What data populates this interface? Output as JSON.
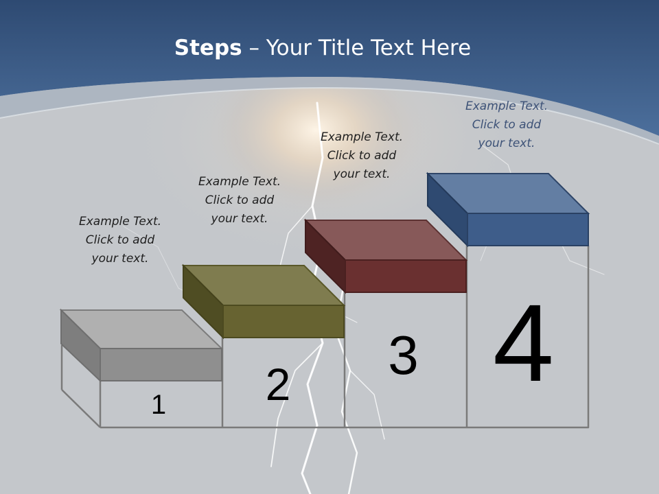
{
  "title": {
    "bold_part": "Steps",
    "rest": " – Your Title Text Here"
  },
  "steps": [
    {
      "number": "1",
      "caption": [
        "Example Text.",
        "Click  to add",
        "your text."
      ],
      "color": "#8f8f8f"
    },
    {
      "number": "2",
      "caption": [
        "Example Text.",
        "Click  to add",
        "your text."
      ],
      "color": "#676331"
    },
    {
      "number": "3",
      "caption": [
        "Example Text.",
        "Click  to add",
        "your text."
      ],
      "color": "#6a3030"
    },
    {
      "number": "4",
      "caption": [
        "Example Text.",
        "Click  to add",
        "your text."
      ],
      "color": "#3e5d8a"
    }
  ],
  "colors": {
    "header_blue": "#3d6190",
    "background": "#c4c7cb",
    "stair_outline": "#7a7a7a"
  }
}
